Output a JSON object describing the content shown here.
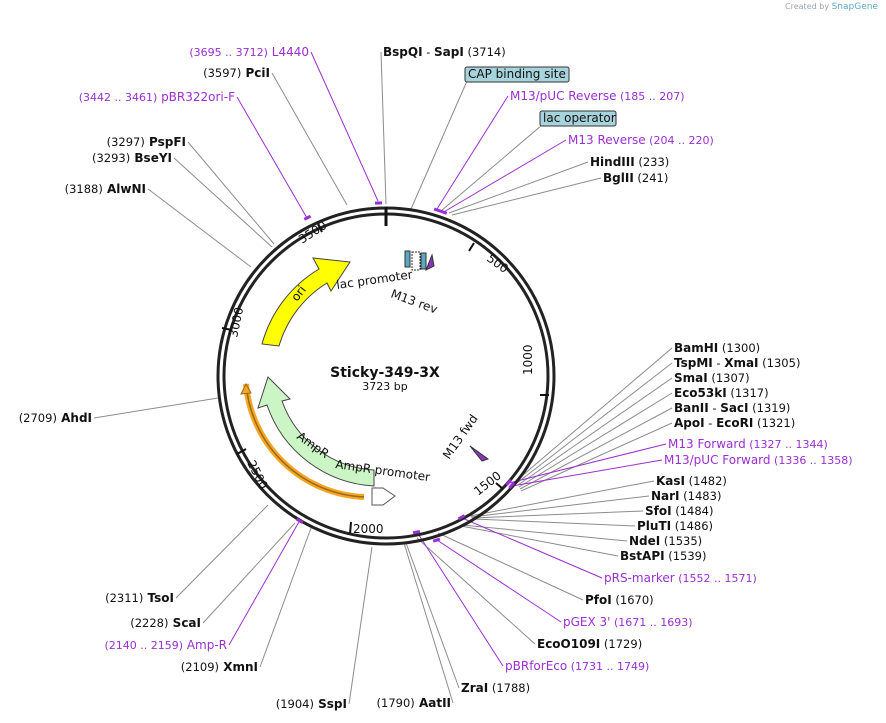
{
  "credit": {
    "prefix": "Created by",
    "brand": "SnapGene"
  },
  "plasmid": {
    "name": "Sticky-349-3X",
    "length": "3723 bp"
  },
  "ticks": [
    {
      "label": "500"
    },
    {
      "label": "1000"
    },
    {
      "label": "1500"
    },
    {
      "label": "2000"
    },
    {
      "label": "2500"
    },
    {
      "label": "3000"
    },
    {
      "label": "3500"
    }
  ],
  "map_features": [
    {
      "label": "ori"
    },
    {
      "label": "lac promoter"
    },
    {
      "label": "M13 rev"
    },
    {
      "label": "AmpR"
    },
    {
      "label": "AmpR promoter"
    },
    {
      "label": "M13 fwd"
    }
  ],
  "labels": [
    {
      "text": "L4440",
      "range": "(3695 .. 3712)",
      "kind": "primer"
    },
    {
      "text": "BspQI",
      "text2": "SapI",
      "num": "(3714)",
      "kind": "enzyme"
    },
    {
      "text": "PciI",
      "num": "(3597)",
      "kind": "enzyme"
    },
    {
      "text": "CAP binding site",
      "kind": "box"
    },
    {
      "text": "pBR322ori-F",
      "range": "(3442 .. 3461)",
      "kind": "primer"
    },
    {
      "text": "M13/pUC Reverse",
      "range": "(185 .. 207)",
      "kind": "primer"
    },
    {
      "text": "lac operator",
      "kind": "box"
    },
    {
      "text": "PspFI",
      "num": "(3297)",
      "kind": "enzyme"
    },
    {
      "text": "M13 Reverse",
      "range": "(204 .. 220)",
      "kind": "primer"
    },
    {
      "text": "BseYI",
      "num": "(3293)",
      "kind": "enzyme"
    },
    {
      "text": "HindIII",
      "num": "(233)",
      "kind": "enzyme"
    },
    {
      "text": "BglII",
      "num": "(241)",
      "kind": "enzyme"
    },
    {
      "text": "AlwNI",
      "num": "(3188)",
      "kind": "enzyme"
    },
    {
      "text": "BamHI",
      "num": "(1300)",
      "kind": "enzyme"
    },
    {
      "text": "TspMI",
      "text2": "XmaI",
      "num": "(1305)",
      "kind": "enzyme"
    },
    {
      "text": "SmaI",
      "num": "(1307)",
      "kind": "enzyme"
    },
    {
      "text": "Eco53kI",
      "num": "(1317)",
      "kind": "enzyme"
    },
    {
      "text": "BanII",
      "text2": "SacI",
      "num": "(1319)",
      "kind": "enzyme"
    },
    {
      "text": "ApoI",
      "text2": "EcoRI",
      "num": "(1321)",
      "kind": "enzyme"
    },
    {
      "text": "AhdI",
      "num": "(2709)",
      "kind": "enzyme"
    },
    {
      "text": "M13 Forward",
      "range": "(1327 .. 1344)",
      "kind": "primer"
    },
    {
      "text": "M13/pUC Forward",
      "range": "(1336 .. 1358)",
      "kind": "primer"
    },
    {
      "text": "KasI",
      "num": "(1482)",
      "kind": "enzyme"
    },
    {
      "text": "NarI",
      "num": "(1483)",
      "kind": "enzyme"
    },
    {
      "text": "SfoI",
      "num": "(1484)",
      "kind": "enzyme"
    },
    {
      "text": "PluTI",
      "num": "(1486)",
      "kind": "enzyme"
    },
    {
      "text": "NdeI",
      "num": "(1535)",
      "kind": "enzyme"
    },
    {
      "text": "BstAPI",
      "num": "(1539)",
      "kind": "enzyme"
    },
    {
      "text": "pRS-marker",
      "range": "(1552 .. 1571)",
      "kind": "primer"
    },
    {
      "text": "PfoI",
      "num": "(1670)",
      "kind": "enzyme"
    },
    {
      "text": "TsoI",
      "num": "(2311)",
      "kind": "enzyme"
    },
    {
      "text": "pGEX 3'",
      "range": "(1671 .. 1693)",
      "kind": "primer"
    },
    {
      "text": "ScaI",
      "num": "(2228)",
      "kind": "enzyme"
    },
    {
      "text": "EcoO109I",
      "num": "(1729)",
      "kind": "enzyme"
    },
    {
      "text": "Amp-R",
      "range": "(2140 .. 2159)",
      "kind": "primer"
    },
    {
      "text": "XmnI",
      "num": "(2109)",
      "kind": "enzyme"
    },
    {
      "text": "pBRforEco",
      "range": "(1731 .. 1749)",
      "kind": "primer"
    },
    {
      "text": "ZraI",
      "num": "(1788)",
      "kind": "enzyme"
    },
    {
      "text": "SspI",
      "num": "(1904)",
      "kind": "enzyme"
    },
    {
      "text": "AatII",
      "num": "(1790)",
      "kind": "enzyme"
    }
  ],
  "colors": {
    "primer": "#9a2fd1",
    "enzyme": "#111111",
    "ori": "#ffff00",
    "ampr": "#ccf5c5",
    "orange": "#f5a623",
    "box_fill": "#a7d3dc",
    "line": "#777777"
  }
}
